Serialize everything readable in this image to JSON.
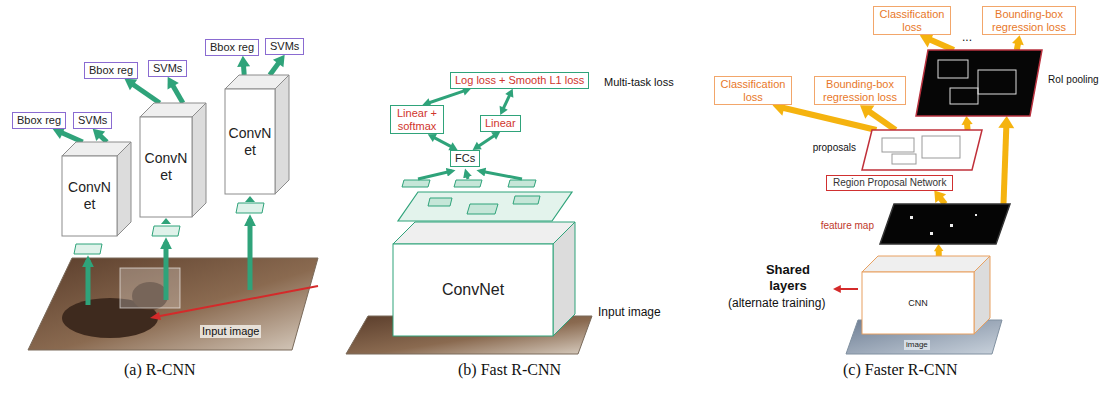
{
  "diagram": {
    "nodes": [
      {
        "text": [
          "Bbox reg"
        ]
      },
      {
        "text": [
          "SVMs"
        ]
      },
      {
        "text": [
          "Bbox reg"
        ]
      },
      {
        "text": [
          "SVMs"
        ]
      },
      {
        "text": [
          "Bbox reg"
        ]
      },
      {
        "text": [
          "SVMs"
        ]
      },
      {
        "text": [
          "ConvN et"
        ]
      },
      {
        "text": [
          "ConvN et"
        ]
      },
      {
        "text": [
          "ConvN et"
        ]
      },
      {
        "text": [
          "Log loss + Smooth L1 loss"
        ]
      },
      {
        "text": [
          "Linear + softmax"
        ]
      },
      {
        "text": [
          "Linear"
        ]
      },
      {
        "text": [
          "FCs"
        ]
      },
      {
        "text": [
          "ConvNet"
        ]
      },
      {
        "text": [
          "Classification loss"
        ]
      },
      {
        "text": [
          "Bounding-box regression loss"
        ]
      },
      {
        "text": [
          "RoI pooling"
        ]
      },
      {
        "text": [
          "Classification loss"
        ]
      },
      {
        "text": [
          "Bounding-box regression loss"
        ]
      },
      {
        "text": [
          "proposals"
        ]
      },
      {
        "text": [
          "Region Proposal Network"
        ]
      },
      {
        "text": [
          "feature map"
        ]
      },
      {
        "text": [
          "CNN"
        ]
      }
    ],
    "edges": [
      {
        "from": 6,
        "to": 0,
        "arrow": "to"
      },
      {
        "from": 6,
        "to": 1,
        "arrow": "to"
      },
      {
        "from": 7,
        "to": 2,
        "arrow": "to"
      },
      {
        "from": 7,
        "to": 3,
        "arrow": "to"
      },
      {
        "from": 8,
        "to": 4,
        "arrow": "to"
      },
      {
        "from": 8,
        "to": 5,
        "arrow": "to"
      },
      {
        "from": 12,
        "to": 10,
        "arrow": "both"
      },
      {
        "from": 12,
        "to": 11,
        "arrow": "both"
      },
      {
        "from": 10,
        "to": 9,
        "arrow": "both"
      },
      {
        "from": 11,
        "to": 9,
        "arrow": "both"
      },
      {
        "from": 22,
        "to": 21,
        "arrow": "to"
      },
      {
        "from": 21,
        "to": 20,
        "arrow": "to"
      },
      {
        "from": 19,
        "to": 17,
        "arrow": "to"
      },
      {
        "from": 19,
        "to": 18,
        "arrow": "to"
      },
      {
        "from": 19,
        "to": 16,
        "arrow": "to"
      },
      {
        "from": 21,
        "to": 16,
        "arrow": "to"
      },
      {
        "from": 16,
        "to": 14,
        "arrow": "to"
      },
      {
        "from": 16,
        "to": 15,
        "arrow": "to"
      }
    ],
    "labels": [
      "Input image",
      "Multi-task loss",
      "Input image",
      "...",
      "Shared layers",
      "(alternate training)",
      "image",
      "(a) R-CNN",
      "(b) Fast R-CNN",
      "(c) Faster R-CNN"
    ]
  }
}
